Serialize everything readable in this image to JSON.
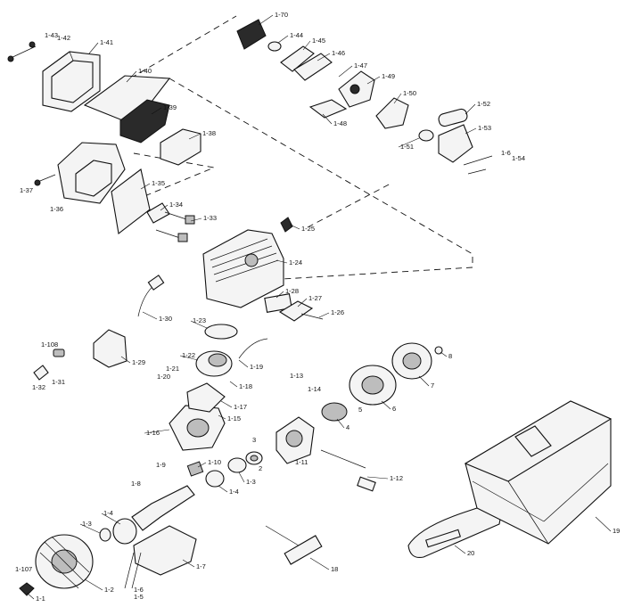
{
  "diagram": {
    "type": "exploded-parts-view",
    "labels": [
      {
        "id": "l-1-70",
        "text": "1-70"
      },
      {
        "id": "l-1-43",
        "text": "1-43"
      },
      {
        "id": "l-1-42",
        "text": "1-42"
      },
      {
        "id": "l-1-41",
        "text": "1-41"
      },
      {
        "id": "l-1-44",
        "text": "1-44"
      },
      {
        "id": "l-1-45",
        "text": "1-45"
      },
      {
        "id": "l-1-46",
        "text": "1-46"
      },
      {
        "id": "l-1-47",
        "text": "1-47"
      },
      {
        "id": "l-1-40",
        "text": "1-40"
      },
      {
        "id": "l-1-49",
        "text": "1-49"
      },
      {
        "id": "l-1-50",
        "text": "1-50"
      },
      {
        "id": "l-1-52",
        "text": "1-52"
      },
      {
        "id": "l-1-39",
        "text": "1-39"
      },
      {
        "id": "l-1-48",
        "text": "1-48"
      },
      {
        "id": "l-1-53",
        "text": "1-53"
      },
      {
        "id": "l-1-38",
        "text": "1-38"
      },
      {
        "id": "l-1-51",
        "text": "1-51"
      },
      {
        "id": "l-1-6",
        "text": "1-6"
      },
      {
        "id": "l-1-54",
        "text": "1-54"
      },
      {
        "id": "l-1-37",
        "text": "1-37"
      },
      {
        "id": "l-1-35",
        "text": "1-35"
      },
      {
        "id": "l-1-36",
        "text": "1-36"
      },
      {
        "id": "l-1-34",
        "text": "1-34"
      },
      {
        "id": "l-1-33",
        "text": "1-33"
      },
      {
        "id": "l-1-25",
        "text": "1-25"
      },
      {
        "id": "l-1-24",
        "text": "1-24"
      },
      {
        "id": "l-1-28",
        "text": "1-28"
      },
      {
        "id": "l-1-27",
        "text": "1-27"
      },
      {
        "id": "l-1-26",
        "text": "1-26"
      },
      {
        "id": "l-1-30",
        "text": "1-30"
      },
      {
        "id": "l-1-23",
        "text": "1-23"
      },
      {
        "id": "l-1-108",
        "text": "1-108"
      },
      {
        "id": "l-1-22",
        "text": "1-22"
      },
      {
        "id": "l-1-29",
        "text": "1-29"
      },
      {
        "id": "l-8",
        "text": "8"
      },
      {
        "id": "l-1-21",
        "text": "1-21"
      },
      {
        "id": "l-1-19",
        "text": "1-19"
      },
      {
        "id": "l-1-13",
        "text": "1-13"
      },
      {
        "id": "l-1-31",
        "text": "1-31"
      },
      {
        "id": "l-1-32",
        "text": "1-32"
      },
      {
        "id": "l-1-20",
        "text": "1-20"
      },
      {
        "id": "l-1-18",
        "text": "1-18"
      },
      {
        "id": "l-7",
        "text": "7"
      },
      {
        "id": "l-1-14",
        "text": "1-14"
      },
      {
        "id": "l-1-17",
        "text": "1-17"
      },
      {
        "id": "l-6",
        "text": "6"
      },
      {
        "id": "l-5",
        "text": "5"
      },
      {
        "id": "l-1-15",
        "text": "1-15"
      },
      {
        "id": "l-4",
        "text": "4"
      },
      {
        "id": "l-1-16",
        "text": "1-16"
      },
      {
        "id": "l-3-top",
        "text": "3"
      },
      {
        "id": "l-2",
        "text": "2"
      },
      {
        "id": "l-1-11",
        "text": "1-11"
      },
      {
        "id": "l-1-9",
        "text": "1-9"
      },
      {
        "id": "l-1-10",
        "text": "1-10"
      },
      {
        "id": "l-1-3-mid",
        "text": "1-3"
      },
      {
        "id": "l-1-12",
        "text": "1-12"
      },
      {
        "id": "l-1-8",
        "text": "1-8"
      },
      {
        "id": "l-1-4-mid",
        "text": "1-4"
      },
      {
        "id": "l-1-4",
        "text": "1-4"
      },
      {
        "id": "l-1-3",
        "text": "1-3"
      },
      {
        "id": "l-19",
        "text": "19"
      },
      {
        "id": "l-20",
        "text": "20"
      },
      {
        "id": "l-1-7",
        "text": "1-7"
      },
      {
        "id": "l-18",
        "text": "18"
      },
      {
        "id": "l-1-107",
        "text": "1-107"
      },
      {
        "id": "l-1-6b",
        "text": "1-6"
      },
      {
        "id": "l-1-2",
        "text": "1-2"
      },
      {
        "id": "l-1-5",
        "text": "1-5"
      },
      {
        "id": "l-1-1",
        "text": "1-1"
      }
    ]
  }
}
